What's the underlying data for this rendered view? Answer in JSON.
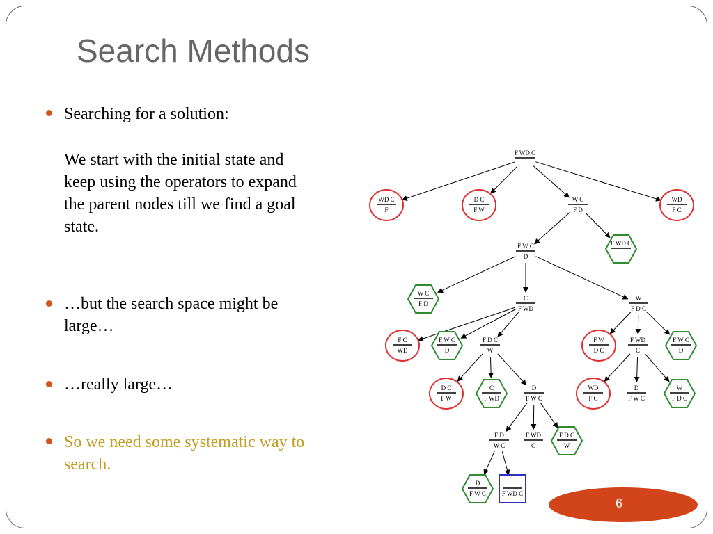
{
  "slide": {
    "title": "Search Methods",
    "bullets": [
      {
        "lines": [
          "Searching for a solution:"
        ]
      },
      {
        "lines": [
          "We start with the initial state and",
          "keep using the operators to expand",
          "the parent nodes till we find a goal",
          "state."
        ]
      },
      {
        "lines": [
          "…but the search space might be",
          "large…"
        ]
      },
      {
        "lines": [
          "…really large…"
        ]
      },
      {
        "lines": [
          "So we need some systematic way to",
          "search."
        ]
      }
    ],
    "page_number": "6"
  },
  "colors": {
    "bullet": "#d4531f",
    "accent_text": "#c39b1f",
    "dead_state": "#e03030",
    "safe_state": "#2e8b2e",
    "goal_state": "#3030c0",
    "page_oval": "#d2451b"
  },
  "tree": {
    "nodes": {
      "n0": {
        "top": "F WD C",
        "bottom": "",
        "shape": "none"
      },
      "n1": {
        "top": "WD C",
        "bottom": "F",
        "shape": "circle"
      },
      "n2": {
        "top": "D C",
        "bottom": "F W",
        "shape": "circle"
      },
      "n3": {
        "top": "W   C",
        "bottom": "F   D",
        "shape": "none"
      },
      "n4": {
        "top": "WD",
        "bottom": "F     C",
        "shape": "circle"
      },
      "n5": {
        "top": "F W   C",
        "bottom": "D",
        "shape": "none"
      },
      "n6": {
        "top": "F WD C",
        "bottom": "",
        "shape": "hexagon"
      },
      "n7": {
        "top": "W   C",
        "bottom": "F   D",
        "shape": "hexagon"
      },
      "n8": {
        "top": "C",
        "bottom": "F WD",
        "shape": "none"
      },
      "n9": {
        "top": "W",
        "bottom": "F   D C",
        "shape": "none"
      },
      "n10": {
        "top": "F     C",
        "bottom": "WD",
        "shape": "circle"
      },
      "n11": {
        "top": "F W   C",
        "bottom": "D",
        "shape": "hexagon"
      },
      "n12": {
        "top": "F   D C",
        "bottom": "W",
        "shape": "none"
      },
      "n13": {
        "top": "F W",
        "bottom": "D C",
        "shape": "circle"
      },
      "n14": {
        "top": "F WD",
        "bottom": "C",
        "shape": "none"
      },
      "n15": {
        "top": "F W   C",
        "bottom": "D",
        "shape": "hexagon"
      },
      "n16": {
        "top": "D C",
        "bottom": "F W",
        "shape": "circle"
      },
      "n17": {
        "top": "C",
        "bottom": "F WD",
        "shape": "hexagon"
      },
      "n18": {
        "top": "D",
        "bottom": "F W   C",
        "shape": "none"
      },
      "n19": {
        "top": "WD",
        "bottom": "F     C",
        "shape": "circle"
      },
      "n20": {
        "top": "D",
        "bottom": "F W   C",
        "shape": "none"
      },
      "n21": {
        "top": "W",
        "bottom": "F   D C",
        "shape": "hexagon"
      },
      "n22": {
        "top": "F   D",
        "bottom": "W   C",
        "shape": "none"
      },
      "n23": {
        "top": "F WD",
        "bottom": "C",
        "shape": "none"
      },
      "n24": {
        "top": "F   D C",
        "bottom": "W",
        "shape": "hexagon"
      },
      "n25": {
        "top": "D",
        "bottom": "F W   C",
        "shape": "hexagon"
      },
      "n26": {
        "top": "",
        "bottom": "F WD C",
        "shape": "square"
      }
    },
    "edges": [
      [
        "n0",
        "n1"
      ],
      [
        "n0",
        "n2"
      ],
      [
        "n0",
        "n3"
      ],
      [
        "n0",
        "n4"
      ],
      [
        "n3",
        "n5"
      ],
      [
        "n3",
        "n6"
      ],
      [
        "n5",
        "n7"
      ],
      [
        "n5",
        "n8"
      ],
      [
        "n5",
        "n9"
      ],
      [
        "n8",
        "n10"
      ],
      [
        "n8",
        "n11"
      ],
      [
        "n8",
        "n12"
      ],
      [
        "n9",
        "n13"
      ],
      [
        "n9",
        "n14"
      ],
      [
        "n9",
        "n15"
      ],
      [
        "n12",
        "n16"
      ],
      [
        "n12",
        "n17"
      ],
      [
        "n12",
        "n18"
      ],
      [
        "n14",
        "n19"
      ],
      [
        "n14",
        "n20"
      ],
      [
        "n14",
        "n21"
      ],
      [
        "n18",
        "n22"
      ],
      [
        "n18",
        "n23"
      ],
      [
        "n18",
        "n24"
      ],
      [
        "n22",
        "n25"
      ],
      [
        "n22",
        "n26"
      ]
    ]
  }
}
